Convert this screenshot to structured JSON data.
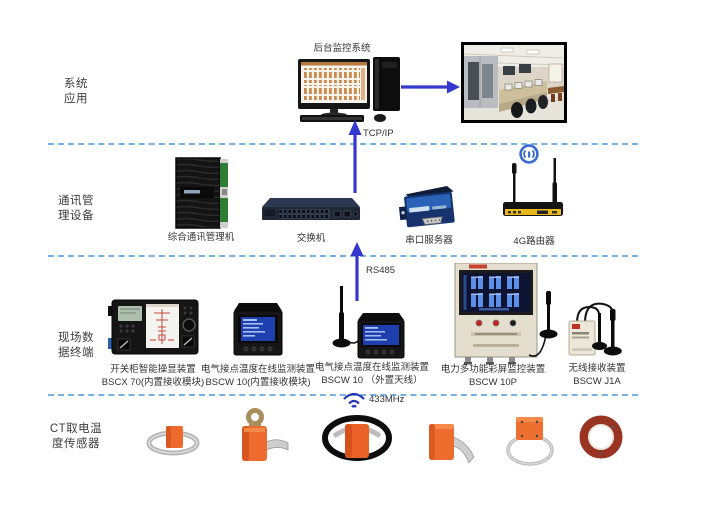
{
  "layer_labels": [
    {
      "text": "系统\n应用"
    },
    {
      "text": "通讯管\n理设备"
    },
    {
      "text": "现场数\n据终端"
    },
    {
      "text": "CT取电温\n度传感器"
    }
  ],
  "system_layer": {
    "backend_label": "后台监控系统",
    "tcpip_label": "TCP/IP"
  },
  "comm_layer": {
    "devices": [
      {
        "label": "综合通讯管理机"
      },
      {
        "label": "交换机"
      },
      {
        "label": "串口服务器"
      },
      {
        "label": "4G路由器"
      }
    ]
  },
  "rs485_label": "RS485",
  "field_layer": {
    "devices": [
      {
        "label": "开关柜智能操显装置\nBSCX 70(内置接收模块)"
      },
      {
        "label": "电气接点温度在线监测装置\nBSCW 10(内置接收模块)"
      },
      {
        "label": "电气接点温度在线监测装置\nBSCW 10 （外置天线）"
      },
      {
        "label": "电力多功能彩屏监控装置\nBSCW 10P"
      },
      {
        "label": "无线接收装置\nBSCW J1A"
      }
    ]
  },
  "sensor_layer": {
    "frequency_label": "433MHz"
  },
  "colors": {
    "arrow": "#3538cf",
    "divider": "#76b1e0",
    "sensor_orange": "#ee6a2e",
    "screen_blue": "#1e3fae",
    "router_yellow": "#e8b91e"
  }
}
